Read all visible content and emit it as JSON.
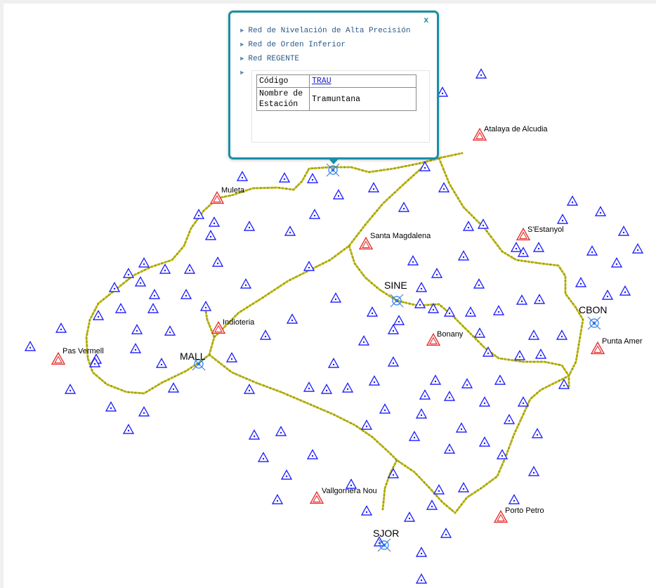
{
  "popup": {
    "close_label": "x",
    "layers": [
      {
        "label": "Red de Nivelación de Alta Precisión"
      },
      {
        "label": "Red de Orden Inferior"
      },
      {
        "label": "Red REGENTE"
      }
    ],
    "attributes": [
      {
        "key": "Código",
        "value": "TRAU",
        "link": true
      },
      {
        "key": "Nombre de Estación",
        "value": "Tramuntana",
        "link": false
      }
    ]
  },
  "labeled_stations": [
    {
      "label": "Atalaya de Alcudia",
      "type": "red"
    },
    {
      "label": "Muleta",
      "type": "red"
    },
    {
      "label": "S'Estanyol",
      "type": "red"
    },
    {
      "label": "Santa Magdalena",
      "type": "red"
    },
    {
      "label": "Indioteria",
      "type": "red"
    },
    {
      "label": "Bonany",
      "type": "red"
    },
    {
      "label": "Punta Amer",
      "type": "red"
    },
    {
      "label": "Pas Vermell",
      "type": "red"
    },
    {
      "label": "Vallgornera Nou",
      "type": "red"
    },
    {
      "label": "Porto Petro",
      "type": "red"
    }
  ],
  "gps_stations": [
    {
      "label": "SINE"
    },
    {
      "label": "CBON"
    },
    {
      "label": "MALL"
    },
    {
      "label": "SJOR"
    },
    {
      "label": ""
    }
  ],
  "colors": {
    "order_inferior": "#1a1aff",
    "regente": "#e83030",
    "leveling_line": "#b5b000",
    "popup_border": "#1a8fa8"
  },
  "icons": {
    "layer_expand": "chevron-right-icon",
    "order_vertex": "triangle-icon",
    "regente_vertex": "double-triangle-icon",
    "gps_station": "gps-station-icon"
  }
}
